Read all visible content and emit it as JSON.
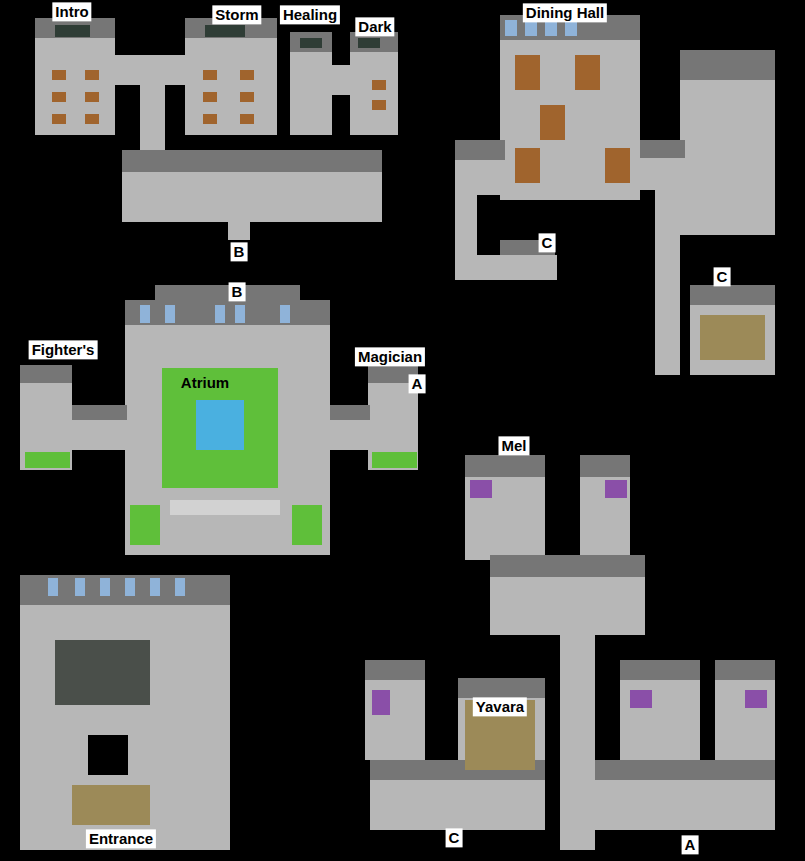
{
  "diagram": {
    "labels": [
      "Intro",
      "Storm",
      "Healing",
      "Dark",
      "Dining Hall",
      "B",
      "C",
      "C",
      "B",
      "Fighter's",
      "Atrium",
      "Magician",
      "A",
      "Mel",
      "Yavara",
      "Entrance",
      "C",
      "A"
    ]
  }
}
